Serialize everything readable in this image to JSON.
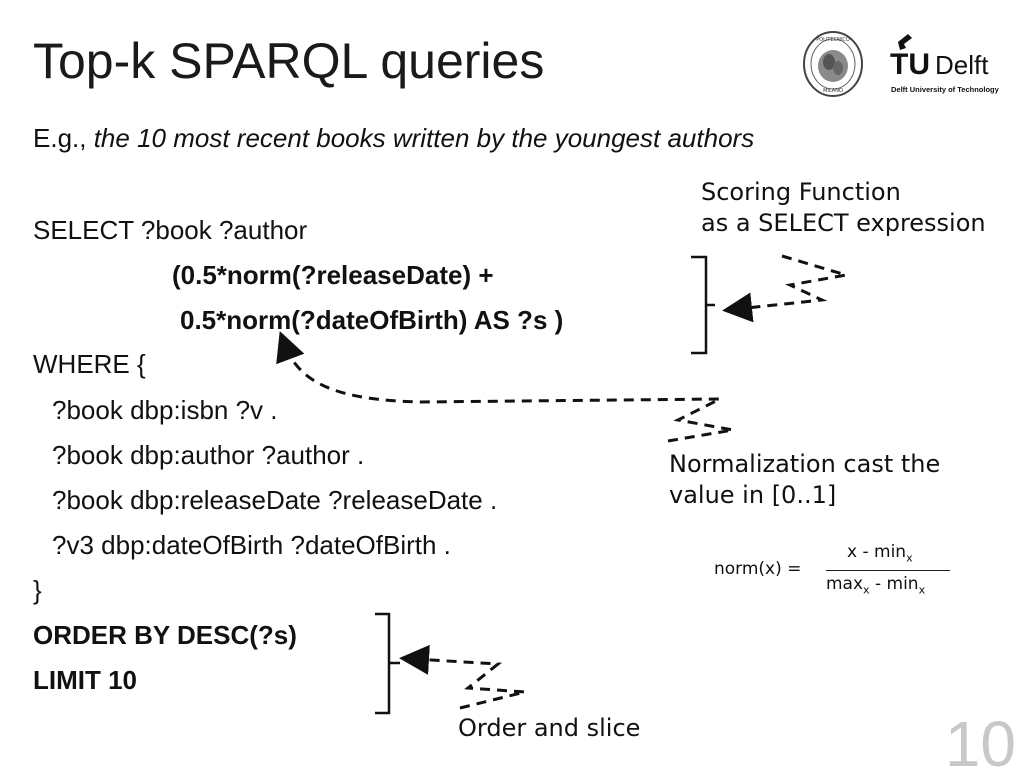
{
  "slide": {
    "title": "Top-k SPARQL queries",
    "subtitle_prefix": "E.g., ",
    "subtitle_italic": "the 10 most recent books written by the youngest authors",
    "page_number": "10"
  },
  "logos": {
    "polimi_top": "POLITECNICO",
    "polimi_bottom": "MILANO",
    "tudelft_tu": "TU",
    "tudelft_delft": "Delft",
    "tudelft_caption": "Delft University of Technology"
  },
  "query": {
    "select_line": "SELECT ?book ?author",
    "score_line1": "(0.5*norm(?releaseDate) +",
    "score_line2": "0.5*norm(?dateOfBirth) AS ?s )",
    "where_open": "WHERE {",
    "triple1": "?book dbp:isbn ?v .",
    "triple2": "?book dbp:author ?author  .",
    "triple3": "?book dbp:releaseDate ?releaseDate .",
    "triple4": "?v3 dbp:dateOfBirth ?dateOfBirth .",
    "where_close": "}",
    "order_line": "ORDER BY DESC(?s)",
    "limit_line": "LIMIT 10"
  },
  "annotations": {
    "scoring_line1": "Scoring Function",
    "scoring_line2": "as a SELECT expression",
    "normalization_line1": "Normalization cast the",
    "normalization_line2": "value in [0..1]",
    "order_slice": "Order and slice"
  },
  "formula": {
    "lhs": "norm(x) =",
    "num_x": "x - min",
    "num_sub": "x",
    "den_max": "max",
    "den_sub1": "x",
    "den_mid": " - min",
    "den_sub2": "x"
  },
  "colors": {
    "text": "#111111",
    "page_number": "#c8c8c8",
    "tudelft_blue": "#00a6d6"
  }
}
